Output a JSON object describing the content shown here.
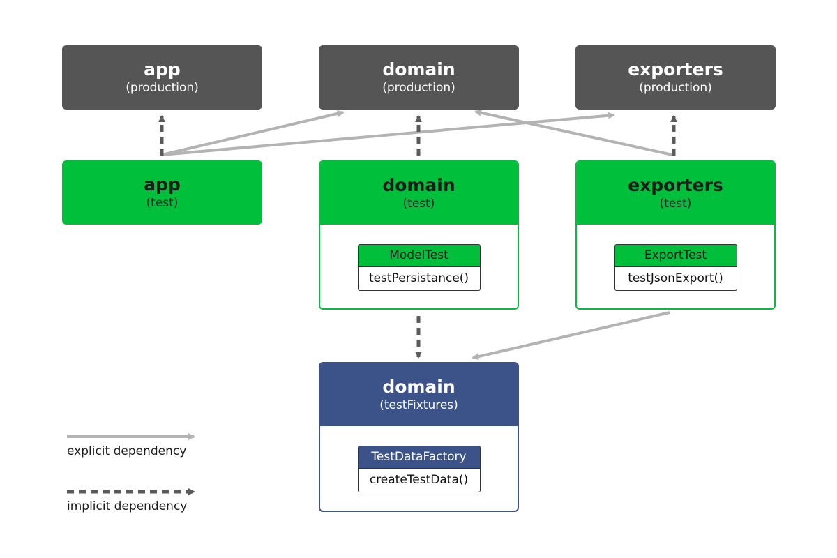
{
  "production_nodes": [
    {
      "name": "app",
      "kind": "(production)"
    },
    {
      "name": "domain",
      "kind": "(production)"
    },
    {
      "name": "exporters",
      "kind": "(production)"
    }
  ],
  "test_nodes": [
    {
      "name": "app",
      "kind": "(test)"
    },
    {
      "name": "domain",
      "kind": "(test)",
      "class_name": "ModelTest",
      "method": "testPersistance()"
    },
    {
      "name": "exporters",
      "kind": "(test)",
      "class_name": "ExportTest",
      "method": "testJsonExport()"
    }
  ],
  "fixtures_node": {
    "name": "domain",
    "kind": "(testFixtures)",
    "class_name": "TestDataFactory",
    "method": "createTestData()"
  },
  "legend": {
    "explicit": "explicit dependency",
    "implicit": "implicit dependency"
  },
  "colors": {
    "production": "#555555",
    "test": "#00bf3a",
    "fixtures": "#3b5389",
    "explicit_arrow": "#b3b3b3",
    "implicit_arrow": "#5a5a5a"
  }
}
